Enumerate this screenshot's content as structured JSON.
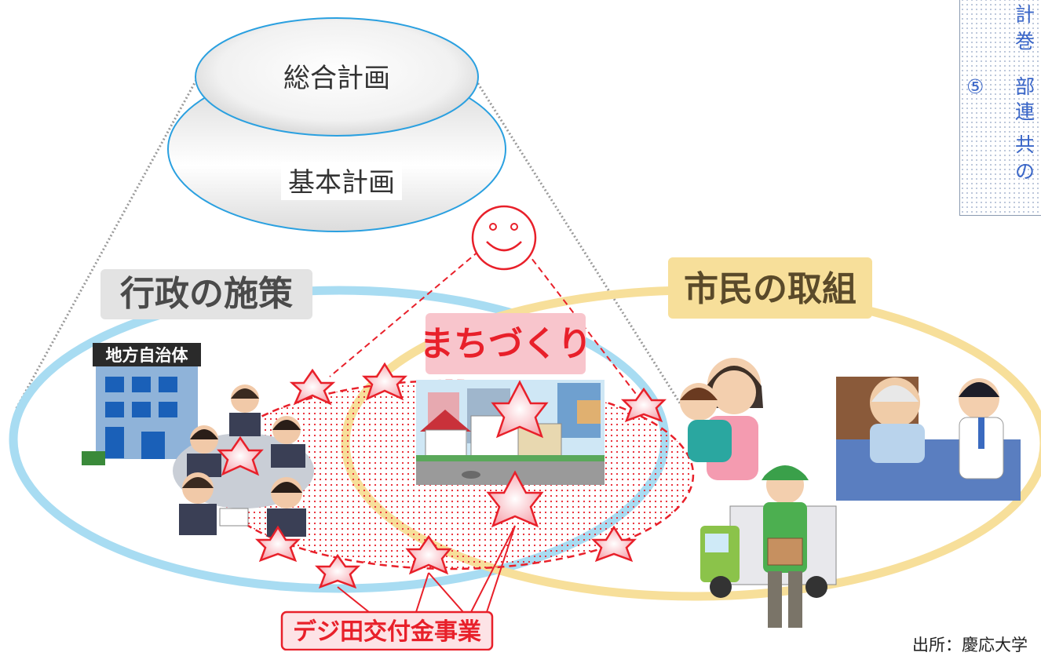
{
  "plans": {
    "top_label": "総合計画",
    "bottom_label": "基本計画"
  },
  "groups": {
    "admin_label": "行政の施策",
    "citizen_label": "市民の取組",
    "machizukuri_label": "まちづくり",
    "building_sign": "地方自治体",
    "grant_label": "デジ田交付金事業"
  },
  "sidebar": {
    "lines": [
      {
        "num": "",
        "text": "計"
      },
      {
        "num": "",
        "text": "巻"
      },
      {
        "num": "⑤",
        "text": "部"
      },
      {
        "num": "",
        "text": "連"
      },
      {
        "num": "",
        "text": "共"
      },
      {
        "num": "",
        "text": "の"
      }
    ]
  },
  "source_text": "出所：慶応大学",
  "colors": {
    "admin_ring": "#a8dcf2",
    "citizen_ring": "#f7df9a",
    "accent_red": "#e8202a",
    "label_grey_bg": "#e3e3e3",
    "label_gold_bg": "#f7df9a",
    "label_pink_bg": "#f8c5cc",
    "plan_outline": "#2aa0e0"
  }
}
